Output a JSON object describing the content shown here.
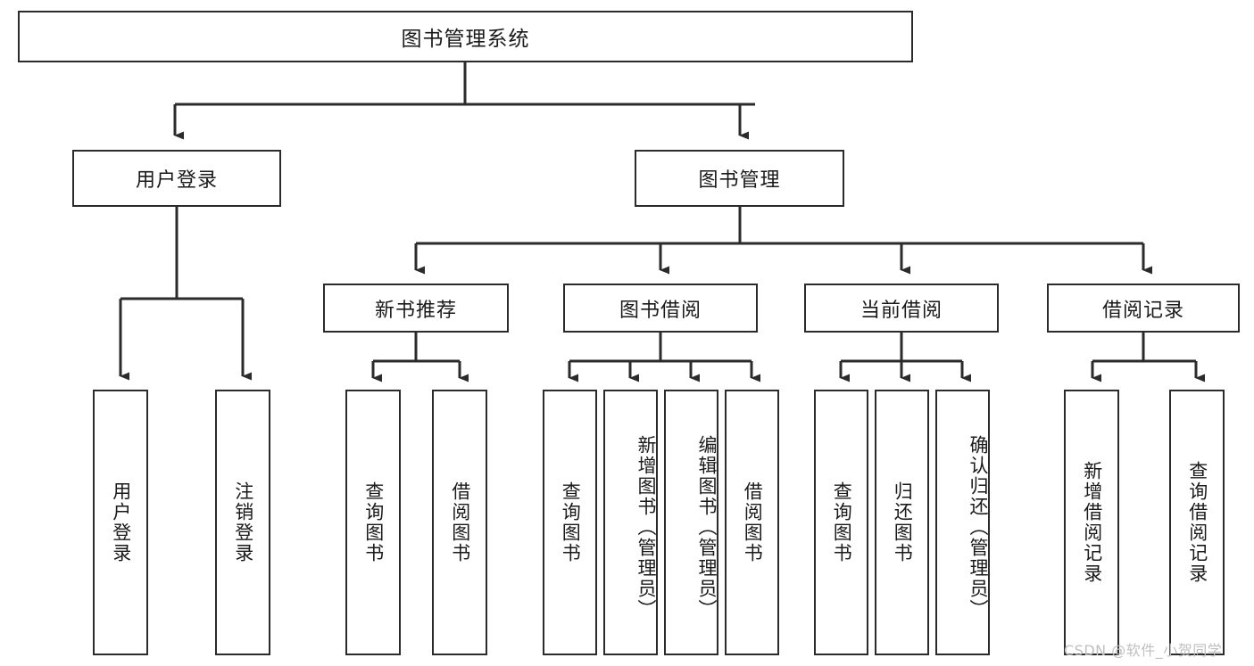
{
  "diagram": {
    "title": "图书管理系统",
    "type": "hierarchy-tree",
    "root": {
      "id": "root",
      "label": "图书管理系统"
    },
    "level2": [
      {
        "id": "user-login",
        "label": "用户登录"
      },
      {
        "id": "book-management",
        "label": "图书管理"
      }
    ],
    "level3": [
      {
        "id": "new-book-recommend",
        "label": "新书推荐"
      },
      {
        "id": "book-borrow",
        "label": "图书借阅"
      },
      {
        "id": "current-borrow",
        "label": "当前借阅"
      },
      {
        "id": "borrow-record",
        "label": "借阅记录"
      }
    ],
    "leaves": {
      "user_login": [
        {
          "id": "leaf-user-login",
          "label": "用户登录"
        },
        {
          "id": "leaf-logout-login",
          "label": "注销登录"
        }
      ],
      "new_book_recommend": [
        {
          "id": "leaf-query-book-1",
          "label": "查询图书"
        },
        {
          "id": "leaf-borrow-book-1",
          "label": "借阅图书"
        }
      ],
      "book_borrow": [
        {
          "id": "leaf-query-book-2",
          "label": "查询图书"
        },
        {
          "id": "leaf-add-book",
          "label": "新增图书（管理员）"
        },
        {
          "id": "leaf-edit-book",
          "label": "编辑图书（管理员）"
        },
        {
          "id": "leaf-borrow-book-2",
          "label": "借阅图书"
        }
      ],
      "current_borrow": [
        {
          "id": "leaf-query-book-3",
          "label": "查询图书"
        },
        {
          "id": "leaf-return-book",
          "label": "归还图书"
        },
        {
          "id": "leaf-confirm-return",
          "label": "确认归还（管理员）"
        }
      ],
      "borrow_record": [
        {
          "id": "leaf-add-record",
          "label": "新增借阅记录"
        },
        {
          "id": "leaf-query-record",
          "label": "查询借阅记录"
        }
      ]
    }
  },
  "watermark": {
    "text": "CSDN @软件_小贺同学"
  },
  "colors": {
    "stroke": "#2b2b2b",
    "background": "#ffffff",
    "text": "#1a1a1a",
    "watermark": "#bfbfbf"
  }
}
